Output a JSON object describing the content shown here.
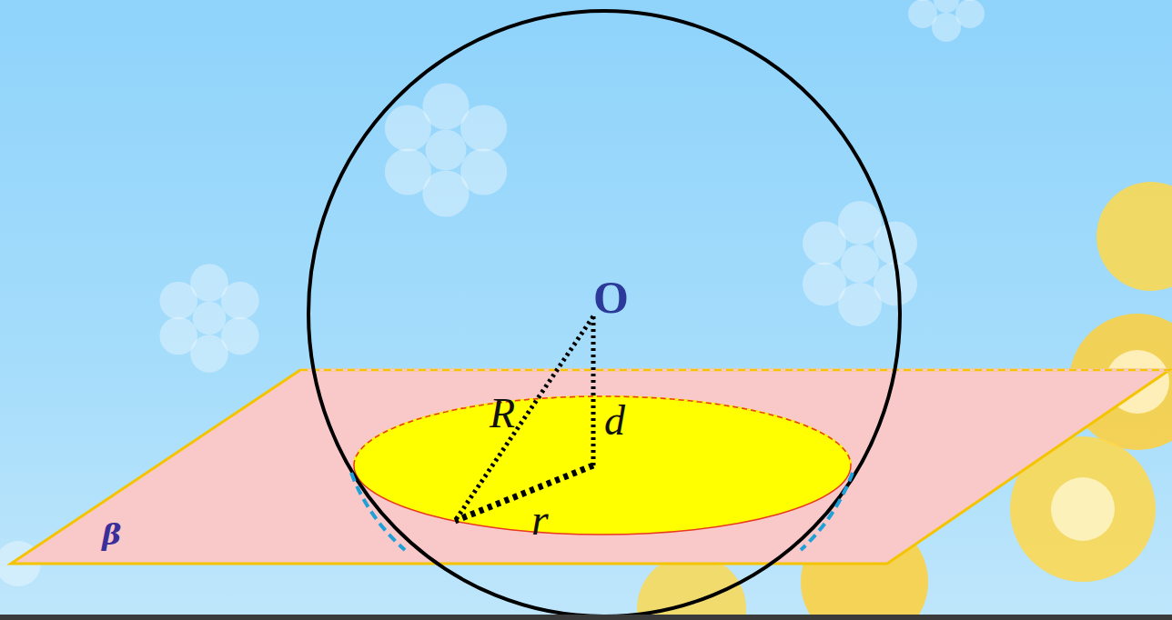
{
  "diagram": {
    "labels": [
      "O",
      "R",
      "d",
      "r",
      "β"
    ]
  }
}
